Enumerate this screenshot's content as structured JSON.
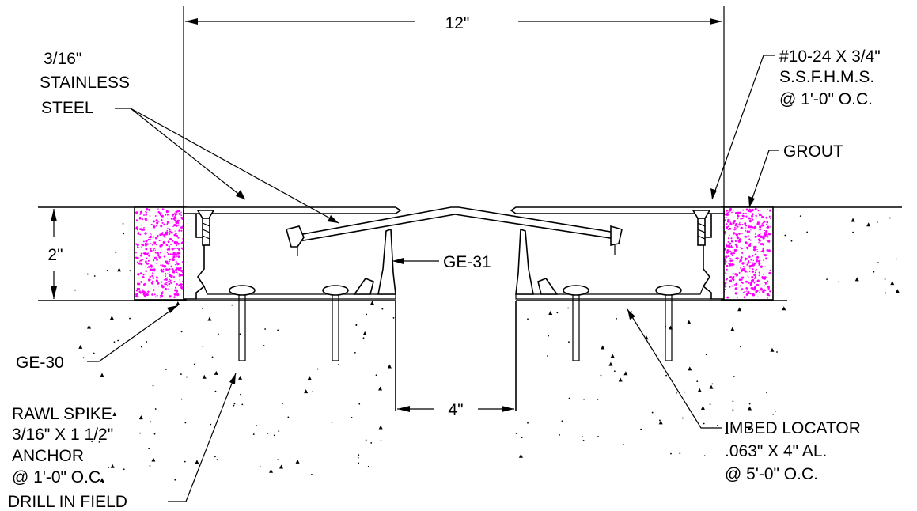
{
  "dimensions": {
    "overall_width": "12\"",
    "depth": "2\"",
    "gap_width": "4\""
  },
  "callouts": {
    "plate_material": [
      "3/16\"",
      "STAINLESS",
      "STEEL"
    ],
    "screw": [
      "#10-24 X 3/4\"",
      "S.S.F.H.M.S.",
      "@ 1'-0\" O.C."
    ],
    "grout": "GROUT",
    "center_gasket": "GE-31",
    "frame": "GE-30",
    "anchor": [
      "RAWL SPIKE",
      "3/16\" X 1 1/2\"",
      "ANCHOR",
      "@ 1'-0\" O.C.",
      "DRILL IN FIELD"
    ],
    "locator": [
      "IMBED LOCATOR",
      ".063\" X 4\" AL.",
      "@ 5'-0\" O.C."
    ]
  },
  "colors": {
    "line": "#000000",
    "grout_speckle": "#ff00ff",
    "concrete_speckle": "#000000"
  }
}
